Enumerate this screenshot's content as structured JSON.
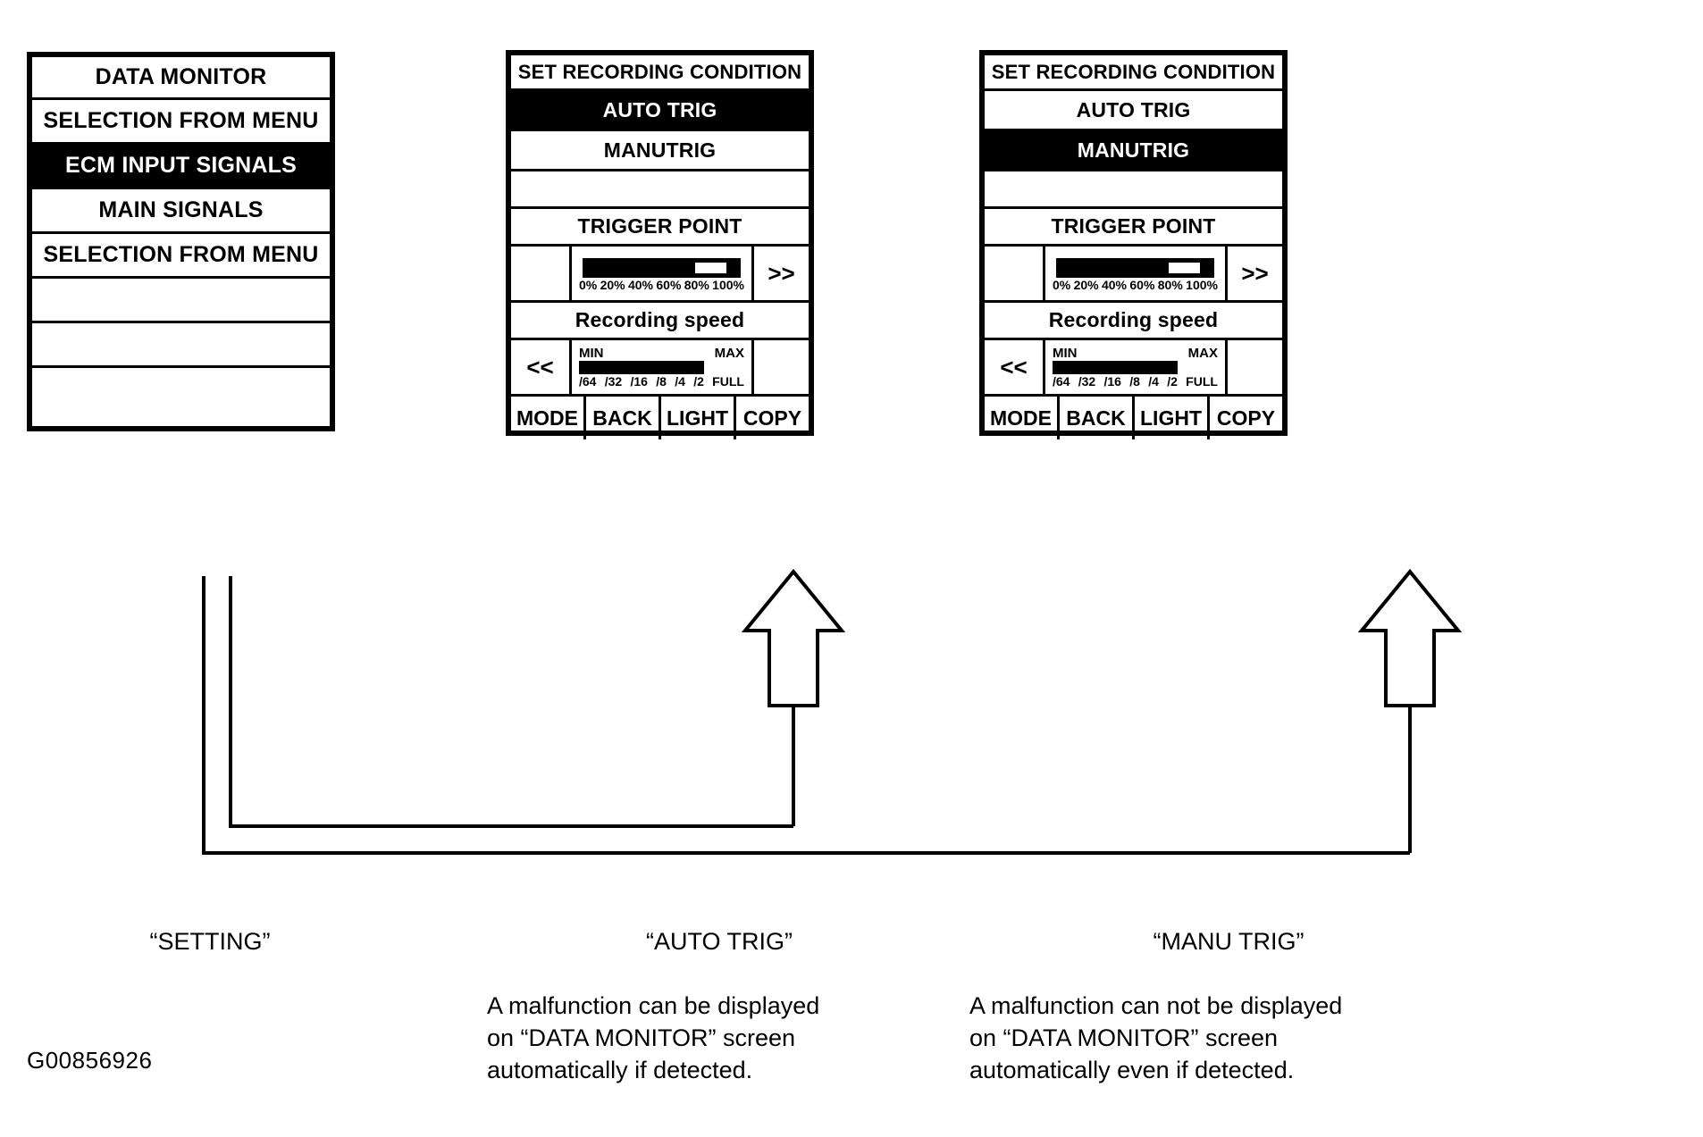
{
  "figure": {
    "id_code": "G00856926"
  },
  "panels": {
    "data_monitor": {
      "name": "DATA MONITOR screen",
      "rows": [
        {
          "label": "DATA MONITOR",
          "highlighted": false
        },
        {
          "label": "SELECTION FROM MENU",
          "highlighted": false
        },
        {
          "label": "ECM INPUT SIGNALS",
          "highlighted": true
        },
        {
          "label": "MAIN SIGNALS",
          "highlighted": false
        },
        {
          "label": "SELECTION FROM MENU",
          "highlighted": false
        },
        {
          "label": "",
          "highlighted": false
        },
        {
          "label": "",
          "highlighted": false
        },
        {
          "label": "",
          "highlighted": false
        }
      ]
    },
    "auto_trig": {
      "title": "SET RECORDING CONDITION",
      "choices": [
        {
          "label": "AUTO TRIG",
          "highlighted": true
        },
        {
          "label": "MANUTRIG",
          "highlighted": false
        }
      ],
      "blank_row": "",
      "trigger_point": {
        "label": "TRIGGER POINT",
        "fill_percent": 80,
        "cursor_start_percent": 80,
        "cursor_end_percent": 95,
        "scale": [
          "0%",
          "20%",
          "40%",
          "60%",
          "80%",
          "100%"
        ],
        "next_button": ">>"
      },
      "recording_speed": {
        "label": "Recording speed",
        "min_label": "MIN",
        "max_label": "MAX",
        "fill_percent": 74,
        "scale": [
          "/64",
          "/32",
          "/16",
          "/8",
          "/4",
          "/2",
          "FULL"
        ],
        "prev_button": "<<"
      },
      "keys": [
        "MODE",
        "BACK",
        "LIGHT",
        "COPY"
      ]
    },
    "manu_trig": {
      "title": "SET RECORDING CONDITION",
      "choices": [
        {
          "label": "AUTO TRIG",
          "highlighted": false
        },
        {
          "label": "MANUTRIG",
          "highlighted": true
        }
      ],
      "blank_row": "",
      "trigger_point": {
        "label": "TRIGGER POINT",
        "fill_percent": 80,
        "cursor_start_percent": 80,
        "cursor_end_percent": 95,
        "scale": [
          "0%",
          "20%",
          "40%",
          "60%",
          "80%",
          "100%"
        ],
        "next_button": ">>"
      },
      "recording_speed": {
        "label": "Recording speed",
        "min_label": "MIN",
        "max_label": "MAX",
        "fill_percent": 74,
        "scale": [
          "/64",
          "/32",
          "/16",
          "/8",
          "/4",
          "/2",
          "FULL"
        ],
        "prev_button": "<<"
      },
      "keys": [
        "MODE",
        "BACK",
        "LIGHT",
        "COPY"
      ]
    }
  },
  "captions": {
    "setting": {
      "title": "“SETTING”",
      "body": ""
    },
    "auto_trig": {
      "title": "“AUTO TRIG”",
      "body": "A malfunction can be displayed\non “DATA MONITOR” screen\nautomatically if detected."
    },
    "manu_trig": {
      "title": "“MANU TRIG”",
      "body": "A malfunction can not be displayed\non “DATA MONITOR” screen\nautomatically even if detected."
    }
  }
}
